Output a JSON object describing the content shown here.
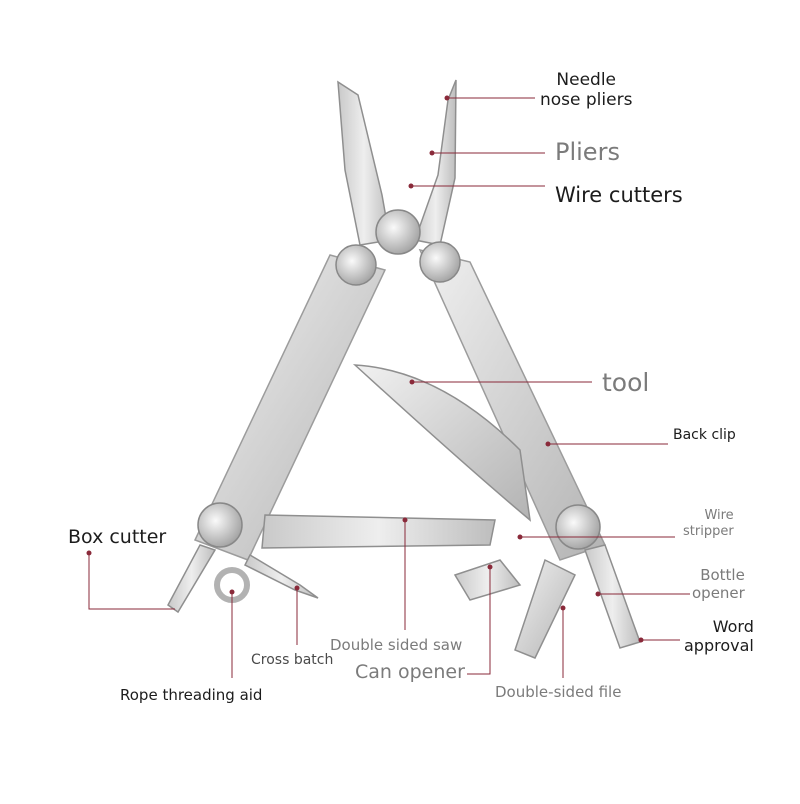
{
  "diagram": {
    "leader_color": "#8a2a3a",
    "metal_light": "#e4e4e4",
    "metal_dark": "#a9a9a9",
    "labels": {
      "needle_nose_pliers_line1": "Needle",
      "needle_nose_pliers_line2": "nose pliers",
      "pliers": "Pliers",
      "wire_cutters": "Wire cutters",
      "tool": "tool",
      "back_clip": "Back clip",
      "wire_stripper_line1": "Wire",
      "wire_stripper_line2": "stripper",
      "bottle_opener_line1": "Bottle",
      "bottle_opener_line2": "opener",
      "word_approval_line1": "Word",
      "word_approval_line2": "approval",
      "box_cutter": "Box cutter",
      "cross_batch": "Cross batch",
      "double_sided_saw": "Double sided saw",
      "can_opener": "Can opener",
      "double_sided_file": "Double-sided file",
      "rope_threading_aid": "Rope threading aid"
    }
  }
}
